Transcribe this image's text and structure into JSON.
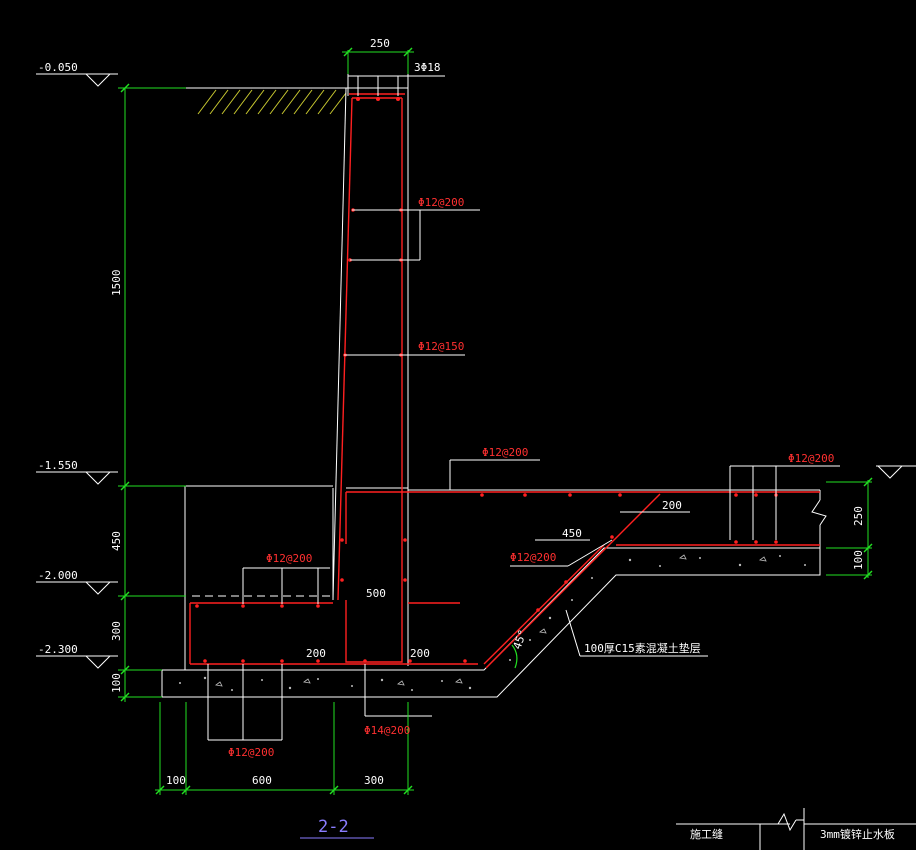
{
  "drawing": {
    "section_title": "2-2",
    "elevations": [
      "-0.050",
      "-1.550",
      "-2.000",
      "-2.300"
    ],
    "dims_vertical": [
      "1500",
      "450",
      "300",
      "100"
    ],
    "dims_right": [
      "250",
      "100"
    ],
    "dims_bottom": [
      "100",
      "600",
      "300"
    ],
    "dims_top": [
      "250"
    ],
    "dims_inner": [
      "500",
      "200",
      "200",
      "450",
      "200"
    ],
    "angle": "45°",
    "rebar": {
      "top_bars": "3Φ18",
      "wall_upper": "Φ12@200",
      "wall_lower": "Φ12@150",
      "slab_top": "Φ12@200",
      "right_slab": "Φ12@200",
      "slope": "Φ12@200",
      "footing_top": "Φ12@200",
      "footing_bottom": "Φ12@200",
      "footing_main": "Φ14@200"
    },
    "notes": {
      "cushion": "100厚C15素混凝土垫层",
      "construction_joint": "施工缝",
      "waterstop": "3mm镀锌止水板"
    }
  },
  "colors": {
    "background": "#000000",
    "outline": "#ffffff",
    "dimension": "#22e022",
    "rebar": "#ff2020",
    "hatch": "#c8c830",
    "title": "#8a7dff"
  }
}
